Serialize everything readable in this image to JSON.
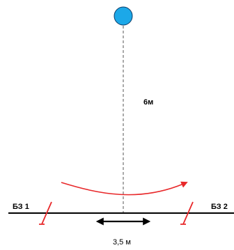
{
  "labels": {
    "height": "6м",
    "width": "3,5 м",
    "zone_left": "БЗ 1",
    "zone_right": "БЗ 2"
  },
  "colors": {
    "ball_fill": "#1CA8E8",
    "ball_stroke": "#0A3A66",
    "curve": "#E8282A",
    "line": "#000000",
    "dash": "#555555"
  },
  "icons": {
    "ball": "circle",
    "trajectory": "curved-arrow",
    "width_marker": "double-headed-arrow"
  }
}
